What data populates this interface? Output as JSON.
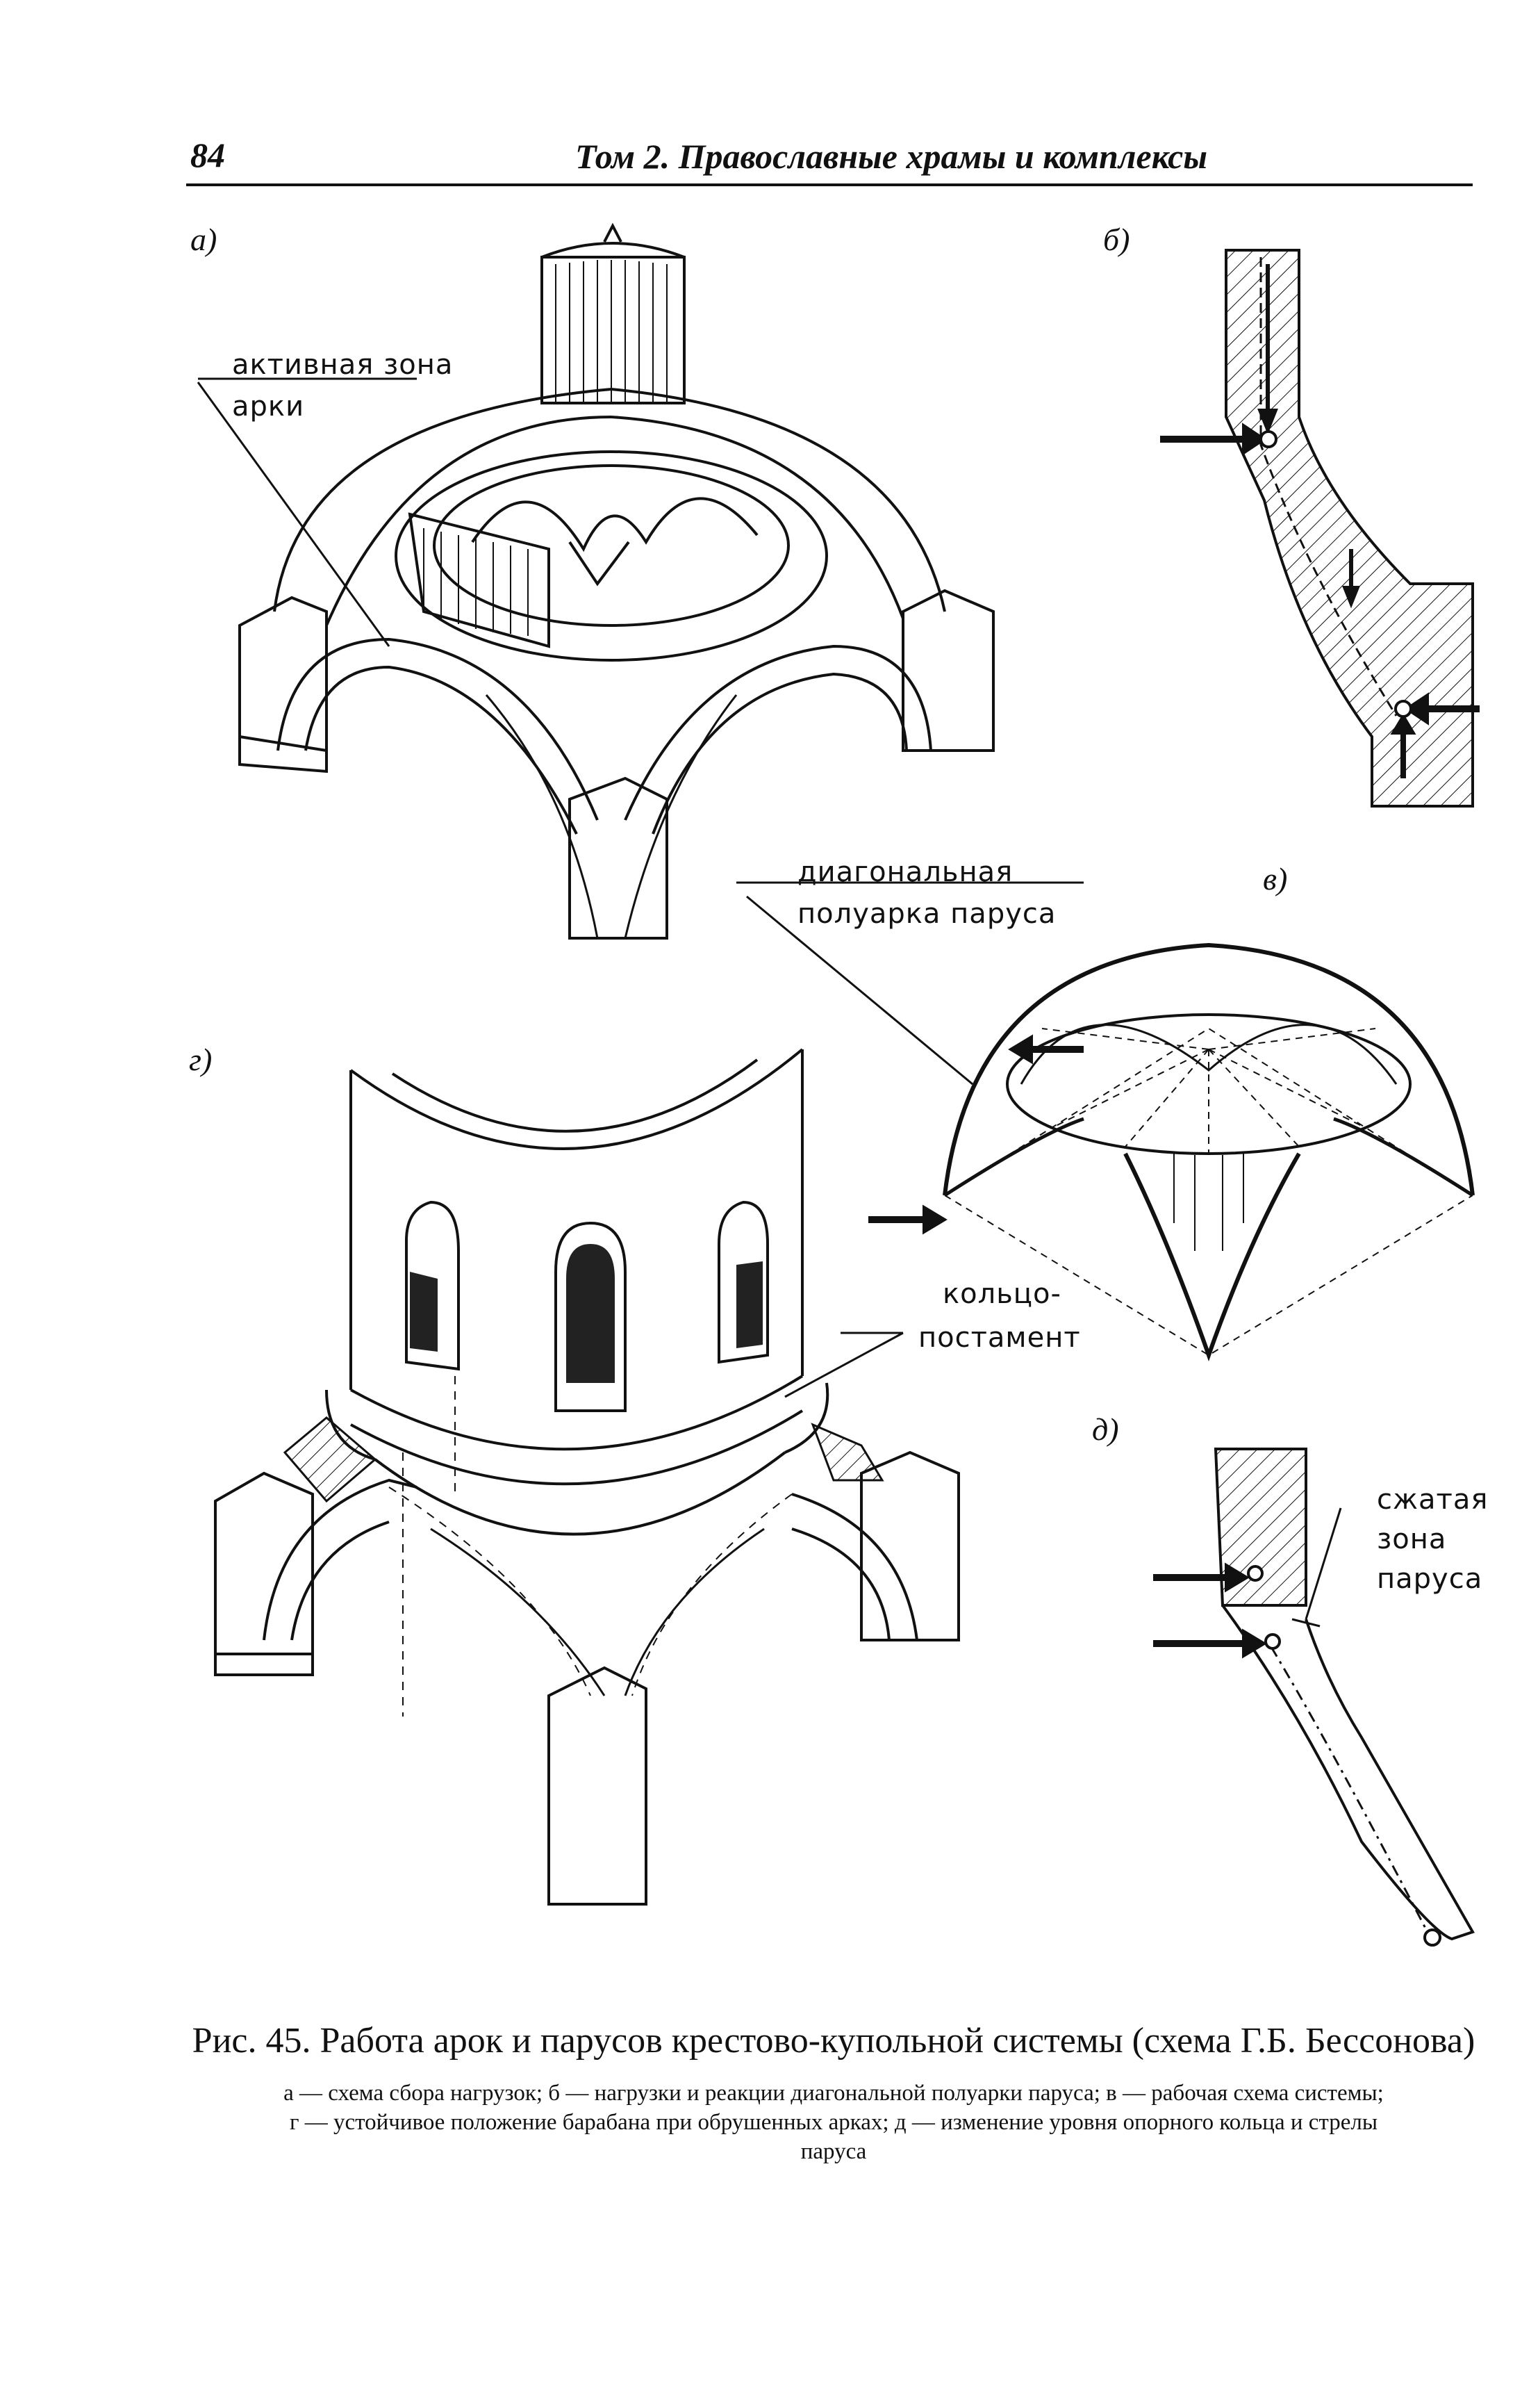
{
  "header": {
    "page_number": "84",
    "running_title": "Том 2. Православные храмы и комплексы"
  },
  "panels": {
    "a": {
      "letter": "а)",
      "label_line1": "активная зона",
      "label_line2": "арки"
    },
    "b": {
      "letter": "б)"
    },
    "v": {
      "letter": "в)",
      "label_line1": "диагональная",
      "label_line2": "полуарка паруса"
    },
    "g": {
      "letter": "г)",
      "label_line1": "кольцо-",
      "label_line2": "постамент"
    },
    "d": {
      "letter": "д)",
      "label_line1": "сжатая",
      "label_line2": "зона",
      "label_line3": "паруса"
    }
  },
  "caption": {
    "title": "Рис. 45. Работа арок и парусов крестово-купольной системы (схема Г.Б. Бессонова)",
    "legend_line1": "а — схема сбора нагрузок; б — нагрузки и реакции диагональной полуарки паруса; в — рабочая схема системы;",
    "legend_line2": "г — устойчивое положение барабана при обрушенных арках; д — изменение уровня опорного кольца и стрелы",
    "legend_line3": "паруса"
  }
}
